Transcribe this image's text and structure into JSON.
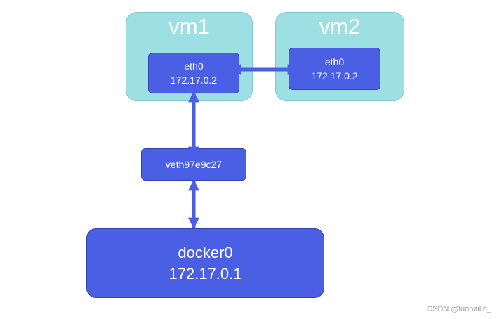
{
  "vm1": {
    "title": "vm1",
    "eth0": {
      "name": "eth0",
      "ip": "172.17.0.2"
    }
  },
  "vm2": {
    "title": "vm2",
    "eth0": {
      "name": "eth0",
      "ip": "172.17.0.2"
    }
  },
  "veth": {
    "name": "veth97e9c27"
  },
  "docker0": {
    "name": "docker0",
    "ip": "172.17.0.1"
  },
  "watermark": "CSDN @luohailin_",
  "colors": {
    "vm_background": "#9de0e3",
    "interface_fill": "#4a5fe3",
    "connector": "#4a5fe3"
  }
}
